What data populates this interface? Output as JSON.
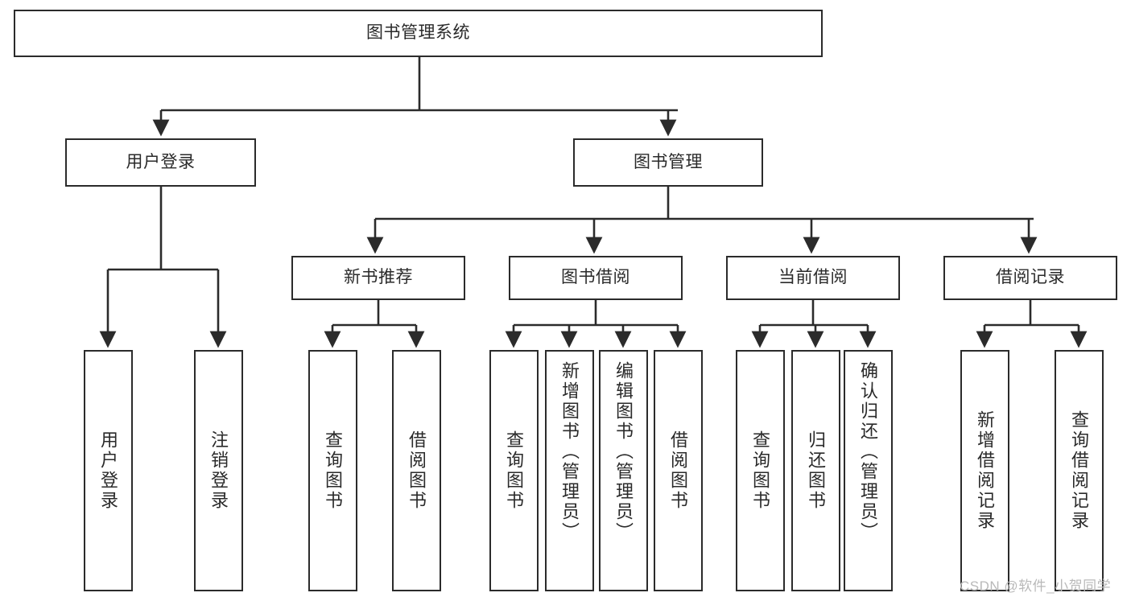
{
  "diagram": {
    "type": "hierarchy-tree",
    "title": "图书管理系统",
    "root": {
      "id": "root",
      "label": "图书管理系统",
      "orientation": "horizontal"
    },
    "level2": [
      {
        "id": "user-login",
        "label": "用户登录",
        "orientation": "horizontal"
      },
      {
        "id": "book-manage",
        "label": "图书管理",
        "orientation": "horizontal"
      }
    ],
    "level3": [
      {
        "id": "new-book-recommend",
        "label": "新书推荐",
        "parent": "book-manage",
        "orientation": "horizontal"
      },
      {
        "id": "book-borrow",
        "label": "图书借阅",
        "parent": "book-manage",
        "orientation": "horizontal"
      },
      {
        "id": "current-borrow",
        "label": "当前借阅",
        "parent": "book-manage",
        "orientation": "horizontal"
      },
      {
        "id": "borrow-record",
        "label": "借阅记录",
        "parent": "book-manage",
        "orientation": "horizontal"
      }
    ],
    "leaves": [
      {
        "id": "leaf-user-login",
        "label": "用户登录",
        "parent": "user-login",
        "orientation": "vertical"
      },
      {
        "id": "leaf-user-logout",
        "label": "注销登录",
        "parent": "user-login",
        "orientation": "vertical"
      },
      {
        "id": "leaf-query-book-1",
        "label": "查询图书",
        "parent": "new-book-recommend",
        "orientation": "vertical"
      },
      {
        "id": "leaf-borrow-book-1",
        "label": "借阅图书",
        "parent": "new-book-recommend",
        "orientation": "vertical"
      },
      {
        "id": "leaf-query-book-2",
        "label": "查询图书",
        "parent": "book-borrow",
        "orientation": "vertical"
      },
      {
        "id": "leaf-add-book",
        "label": "新增图书（管理员）",
        "parent": "book-borrow",
        "orientation": "vertical"
      },
      {
        "id": "leaf-edit-book",
        "label": "编辑图书（管理员）",
        "parent": "book-borrow",
        "orientation": "vertical"
      },
      {
        "id": "leaf-borrow-book-2",
        "label": "借阅图书",
        "parent": "book-borrow",
        "orientation": "vertical"
      },
      {
        "id": "leaf-query-book-3",
        "label": "查询图书",
        "parent": "current-borrow",
        "orientation": "vertical"
      },
      {
        "id": "leaf-return-book",
        "label": "归还图书",
        "parent": "current-borrow",
        "orientation": "vertical"
      },
      {
        "id": "leaf-confirm-return",
        "label": "确认归还（管理员）",
        "parent": "current-borrow",
        "orientation": "vertical"
      },
      {
        "id": "leaf-add-record",
        "label": "新增借阅记录",
        "parent": "borrow-record",
        "orientation": "vertical"
      },
      {
        "id": "leaf-query-record",
        "label": "查询借阅记录",
        "parent": "borrow-record",
        "orientation": "vertical"
      }
    ],
    "colors": {
      "stroke": "#2b2b2b",
      "fill": "#ffffff",
      "text": "#2a2a2a",
      "watermark": "#b9b9b9"
    }
  },
  "watermark": {
    "text": "CSDN @软件_小贺同学"
  }
}
